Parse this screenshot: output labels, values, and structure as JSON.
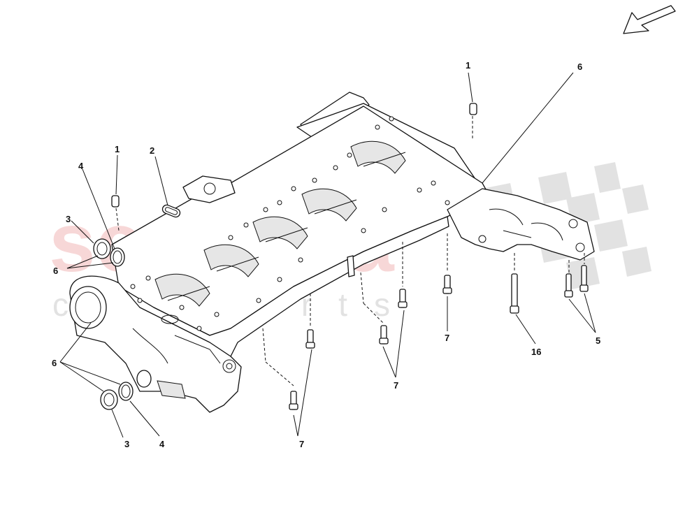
{
  "watermark": {
    "brand": "scuderia",
    "sub": "car parts",
    "color": "#e05a5a"
  },
  "callouts": [
    {
      "id": "c1a",
      "label": "1"
    },
    {
      "id": "c1b",
      "label": "1"
    },
    {
      "id": "c2",
      "label": "2"
    },
    {
      "id": "c3a",
      "label": "3"
    },
    {
      "id": "c3b",
      "label": "3"
    },
    {
      "id": "c4a",
      "label": "4"
    },
    {
      "id": "c4b",
      "label": "4"
    },
    {
      "id": "c5",
      "label": "5"
    },
    {
      "id": "c6a",
      "label": "6"
    },
    {
      "id": "c6b",
      "label": "6"
    },
    {
      "id": "c6c",
      "label": "6"
    },
    {
      "id": "c7a",
      "label": "7"
    },
    {
      "id": "c7b",
      "label": "7"
    },
    {
      "id": "c7c",
      "label": "7"
    },
    {
      "id": "c16",
      "label": "16"
    }
  ],
  "direction_arrow": {
    "icon": "direction-arrow-icon"
  }
}
